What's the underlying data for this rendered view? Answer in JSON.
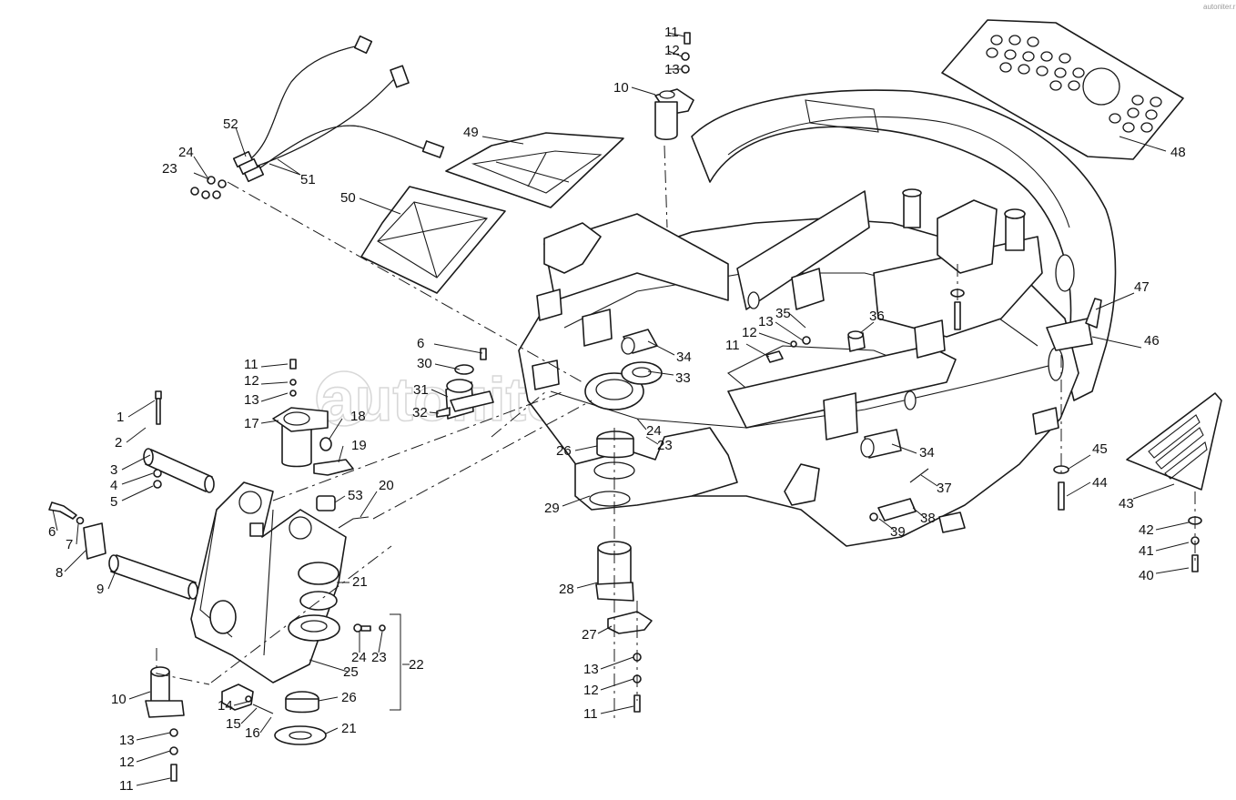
{
  "watermark": {
    "text": "autoпiter.ru",
    "corner": "autoпiter.ru"
  },
  "callouts": [
    "1",
    "2",
    "3",
    "4",
    "5",
    "6",
    "7",
    "8",
    "9",
    "10",
    "11",
    "12",
    "13",
    "14",
    "15",
    "16",
    "17",
    "18",
    "19",
    "20",
    "21",
    "22",
    "23",
    "24",
    "25",
    "26",
    "27",
    "28",
    "29",
    "30",
    "31",
    "32",
    "33",
    "34",
    "35",
    "36",
    "37",
    "38",
    "39",
    "40",
    "41",
    "42",
    "43",
    "44",
    "45",
    "46",
    "47",
    "48",
    "49",
    "50",
    "51",
    "52",
    "53"
  ],
  "colors": {
    "line": "#1a1a1a",
    "background": "#ffffff",
    "watermark": "#c8c8c8"
  }
}
